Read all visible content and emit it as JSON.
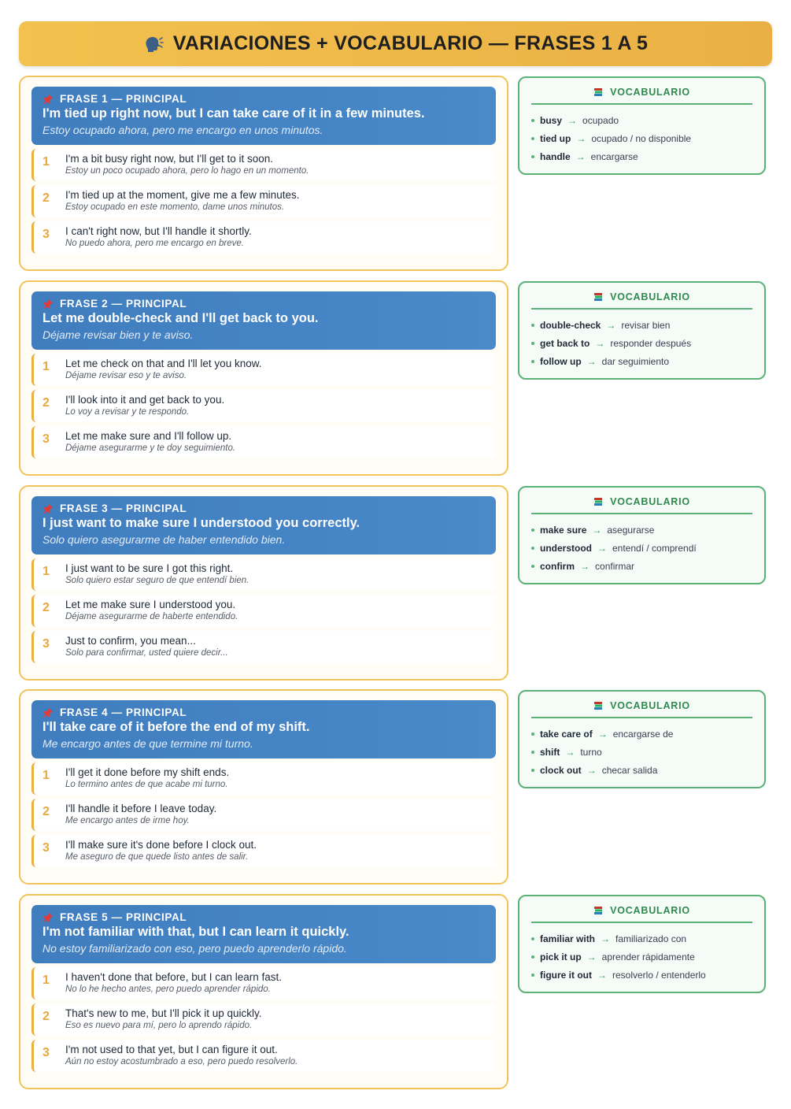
{
  "header": {
    "title": "VARIACIONES + VOCABULARIO — FRASES 1 A 5",
    "icon": "speaking-head-icon"
  },
  "colors": {
    "header": "#efb84a",
    "card_border": "#f0c45a",
    "main_bg": "#4383c4",
    "accent_number": "#e9a93d",
    "vocab_green": "#5cb177"
  },
  "phrases": [
    {
      "label": "FRASE 1 — PRINCIPAL",
      "en": "I'm tied up right now, but I can take care of it in a few minutes.",
      "es": "Estoy ocupado ahora, pero me encargo en unos minutos.",
      "variations": [
        {
          "num": "1",
          "en": "I'm a bit busy right now, but I'll get to it soon.",
          "es": "Estoy un poco ocupado ahora, pero lo hago en un momento."
        },
        {
          "num": "2",
          "en": "I'm tied up at the moment, give me a few minutes.",
          "es": "Estoy ocupado en este momento, dame unos minutos."
        },
        {
          "num": "3",
          "en": "I can't right now, but I'll handle it shortly.",
          "es": "No puedo ahora, pero me encargo en breve."
        }
      ],
      "vocab_title": "VOCABULARIO",
      "vocab": [
        {
          "term": "busy",
          "arrow": "→",
          "meaning": "ocupado"
        },
        {
          "term": "tied up",
          "arrow": "→",
          "meaning": "ocupado / no disponible"
        },
        {
          "term": "handle",
          "arrow": "→",
          "meaning": "encargarse"
        }
      ]
    },
    {
      "label": "FRASE 2 — PRINCIPAL",
      "en": "Let me double-check and I'll get back to you.",
      "es": "Déjame revisar bien y te aviso.",
      "variations": [
        {
          "num": "1",
          "en": "Let me check on that and I'll let you know.",
          "es": "Déjame revisar eso y te aviso."
        },
        {
          "num": "2",
          "en": "I'll look into it and get back to you.",
          "es": "Lo voy a revisar y te respondo."
        },
        {
          "num": "3",
          "en": "Let me make sure and I'll follow up.",
          "es": "Déjame asegurarme y te doy seguimiento."
        }
      ],
      "vocab_title": "VOCABULARIO",
      "vocab": [
        {
          "term": "double-check",
          "arrow": "→",
          "meaning": "revisar bien"
        },
        {
          "term": "get back to",
          "arrow": "→",
          "meaning": "responder después"
        },
        {
          "term": "follow up",
          "arrow": "→",
          "meaning": "dar seguimiento"
        }
      ]
    },
    {
      "label": "FRASE 3 — PRINCIPAL",
      "en": "I just want to make sure I understood you correctly.",
      "es": "Solo quiero asegurarme de haber entendido bien.",
      "variations": [
        {
          "num": "1",
          "en": "I just want to be sure I got this right.",
          "es": "Solo quiero estar seguro de que entendí bien."
        },
        {
          "num": "2",
          "en": "Let me make sure I understood you.",
          "es": "Déjame asegurarme de haberte entendido."
        },
        {
          "num": "3",
          "en": "Just to confirm, you mean...",
          "es": "Solo para confirmar, usted quiere decir..."
        }
      ],
      "vocab_title": "VOCABULARIO",
      "vocab": [
        {
          "term": "make sure",
          "arrow": "→",
          "meaning": "asegurarse"
        },
        {
          "term": "understood",
          "arrow": "→",
          "meaning": "entendí / comprendí"
        },
        {
          "term": "confirm",
          "arrow": "→",
          "meaning": "confirmar"
        }
      ]
    },
    {
      "label": "FRASE 4 — PRINCIPAL",
      "en": "I'll take care of it before the end of my shift.",
      "es": "Me encargo antes de que termine mi turno.",
      "variations": [
        {
          "num": "1",
          "en": "I'll get it done before my shift ends.",
          "es": "Lo termino antes de que acabe mi turno."
        },
        {
          "num": "2",
          "en": "I'll handle it before I leave today.",
          "es": "Me encargo antes de irme hoy."
        },
        {
          "num": "3",
          "en": "I'll make sure it's done before I clock out.",
          "es": "Me aseguro de que quede listo antes de salir."
        }
      ],
      "vocab_title": "VOCABULARIO",
      "vocab": [
        {
          "term": "take care of",
          "arrow": "→",
          "meaning": "encargarse de"
        },
        {
          "term": "shift",
          "arrow": "→",
          "meaning": "turno"
        },
        {
          "term": "clock out",
          "arrow": "→",
          "meaning": "checar salida"
        }
      ]
    },
    {
      "label": "FRASE 5 — PRINCIPAL",
      "en": "I'm not familiar with that, but I can learn it quickly.",
      "es": "No estoy familiarizado con eso, pero puedo aprenderlo rápido.",
      "variations": [
        {
          "num": "1",
          "en": "I haven't done that before, but I can learn fast.",
          "es": "No lo he hecho antes, pero puedo aprender rápido."
        },
        {
          "num": "2",
          "en": "That's new to me, but I'll pick it up quickly.",
          "es": "Eso es nuevo para mí, pero lo aprendo rápido."
        },
        {
          "num": "3",
          "en": "I'm not used to that yet, but I can figure it out.",
          "es": "Aún no estoy acostumbrado a eso, pero puedo resolverlo."
        }
      ],
      "vocab_title": "VOCABULARIO",
      "vocab": [
        {
          "term": "familiar with",
          "arrow": "→",
          "meaning": "familiarizado con"
        },
        {
          "term": "pick it up",
          "arrow": "→",
          "meaning": "aprender rápidamente"
        },
        {
          "term": "figure it out",
          "arrow": "→",
          "meaning": "resolverlo / entenderlo"
        }
      ]
    }
  ]
}
